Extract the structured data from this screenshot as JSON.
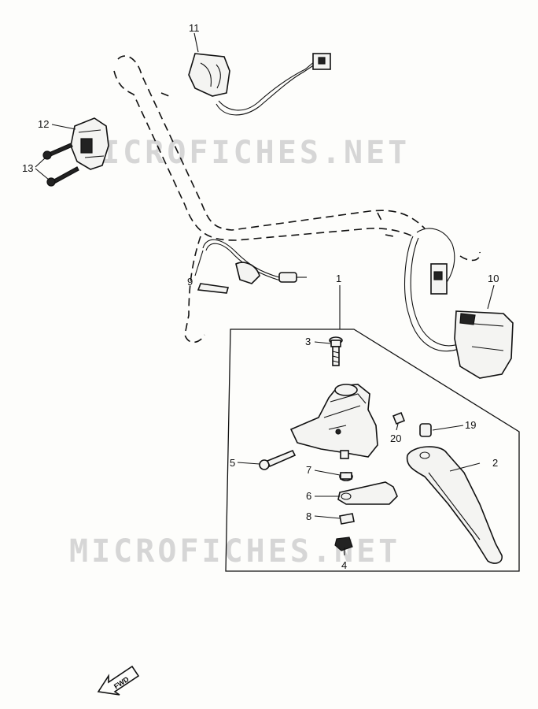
{
  "watermark": {
    "text": "MICROFICHES.NET"
  },
  "fwd_arrow": {
    "text": "FWD"
  },
  "callouts": [
    {
      "id": "1",
      "label": "1"
    },
    {
      "id": "2",
      "label": "2"
    },
    {
      "id": "3",
      "label": "3"
    },
    {
      "id": "4",
      "label": "4"
    },
    {
      "id": "5",
      "label": "5"
    },
    {
      "id": "6",
      "label": "6"
    },
    {
      "id": "7",
      "label": "7"
    },
    {
      "id": "8",
      "label": "8"
    },
    {
      "id": "9",
      "label": "9"
    },
    {
      "id": "10",
      "label": "10"
    },
    {
      "id": "11",
      "label": "11"
    },
    {
      "id": "12",
      "label": "12"
    },
    {
      "id": "13",
      "label": "13"
    },
    {
      "id": "19",
      "label": "19"
    },
    {
      "id": "20",
      "label": "20"
    }
  ]
}
